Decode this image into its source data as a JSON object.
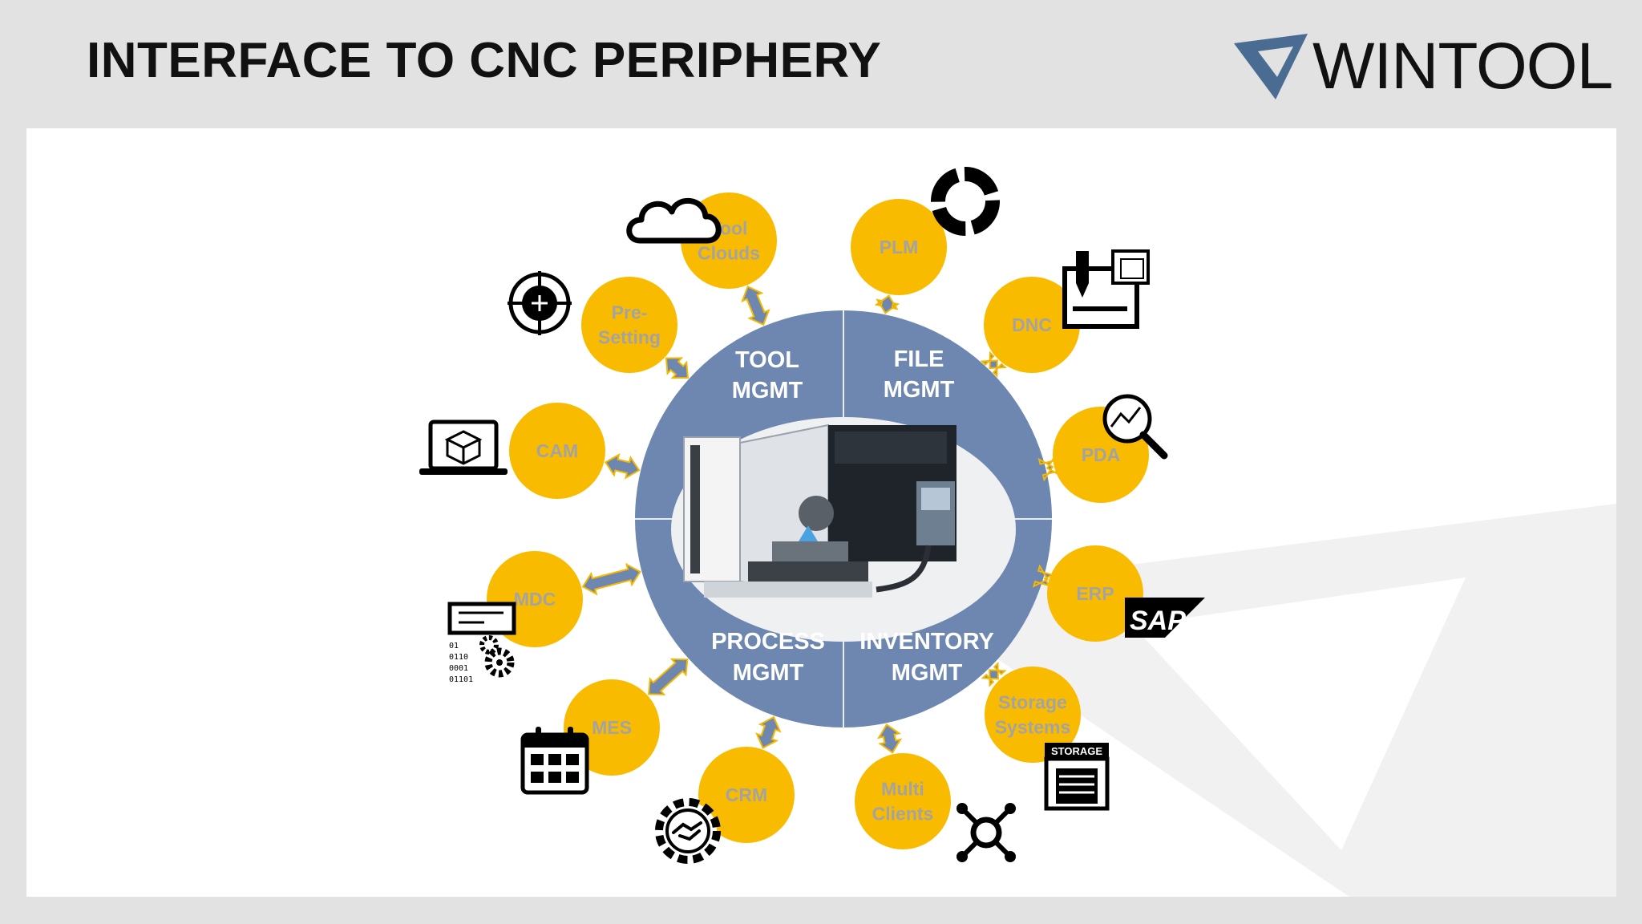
{
  "title": "INTERFACE TO CNC PERIPHERY",
  "logo": {
    "text": "WINTOOL"
  },
  "quadrants": [
    {
      "id": "tool",
      "lines": [
        "TOOL",
        "MGMT"
      ]
    },
    {
      "id": "file",
      "lines": [
        "FILE",
        "MGMT"
      ]
    },
    {
      "id": "process",
      "lines": [
        "PROCESS",
        "MGMT"
      ]
    },
    {
      "id": "inventory",
      "lines": [
        "INVENTORY",
        "MGMT"
      ]
    }
  ],
  "nodes": [
    {
      "id": "tool-clouds",
      "lines": [
        "Tool",
        "Clouds"
      ],
      "icon": "cloud-icon"
    },
    {
      "id": "plm",
      "lines": [
        "PLM"
      ],
      "icon": "plm-cycle-icon"
    },
    {
      "id": "pre-setting",
      "lines": [
        "Pre-",
        "Setting"
      ],
      "icon": "crosshair-icon"
    },
    {
      "id": "dnc",
      "lines": [
        "DNC"
      ],
      "icon": "cnc-machine-icon"
    },
    {
      "id": "cam",
      "lines": [
        "CAM"
      ],
      "icon": "laptop-cube-icon"
    },
    {
      "id": "pda",
      "lines": [
        "PDA"
      ],
      "icon": "magnifier-chart-icon"
    },
    {
      "id": "mdc",
      "lines": [
        "MDC"
      ],
      "icon": "binary-gears-icon"
    },
    {
      "id": "erp",
      "lines": [
        "ERP"
      ],
      "icon": "sap-logo-icon"
    },
    {
      "id": "mes",
      "lines": [
        "MES"
      ],
      "icon": "calendar-icon"
    },
    {
      "id": "storage-systems",
      "lines": [
        "Storage",
        "Systems"
      ],
      "icon": "storage-icon"
    },
    {
      "id": "crm",
      "lines": [
        "CRM"
      ],
      "icon": "handshake-gear-icon"
    },
    {
      "id": "multi-clients",
      "lines": [
        "Multi",
        "Clients"
      ],
      "icon": "network-hub-icon"
    }
  ],
  "icon_text": {
    "sap": "SAP",
    "storage": "STORAGE",
    "binary": [
      "01",
      "0110",
      "0001",
      "01101"
    ]
  },
  "colors": {
    "hub": "#6d87b0",
    "node": "#f9bb00",
    "node_text": "#a3a3a3",
    "arrow": "#6d87b0",
    "arrow_outline": "#f5b700",
    "logo_accent": "#4a6c93"
  }
}
